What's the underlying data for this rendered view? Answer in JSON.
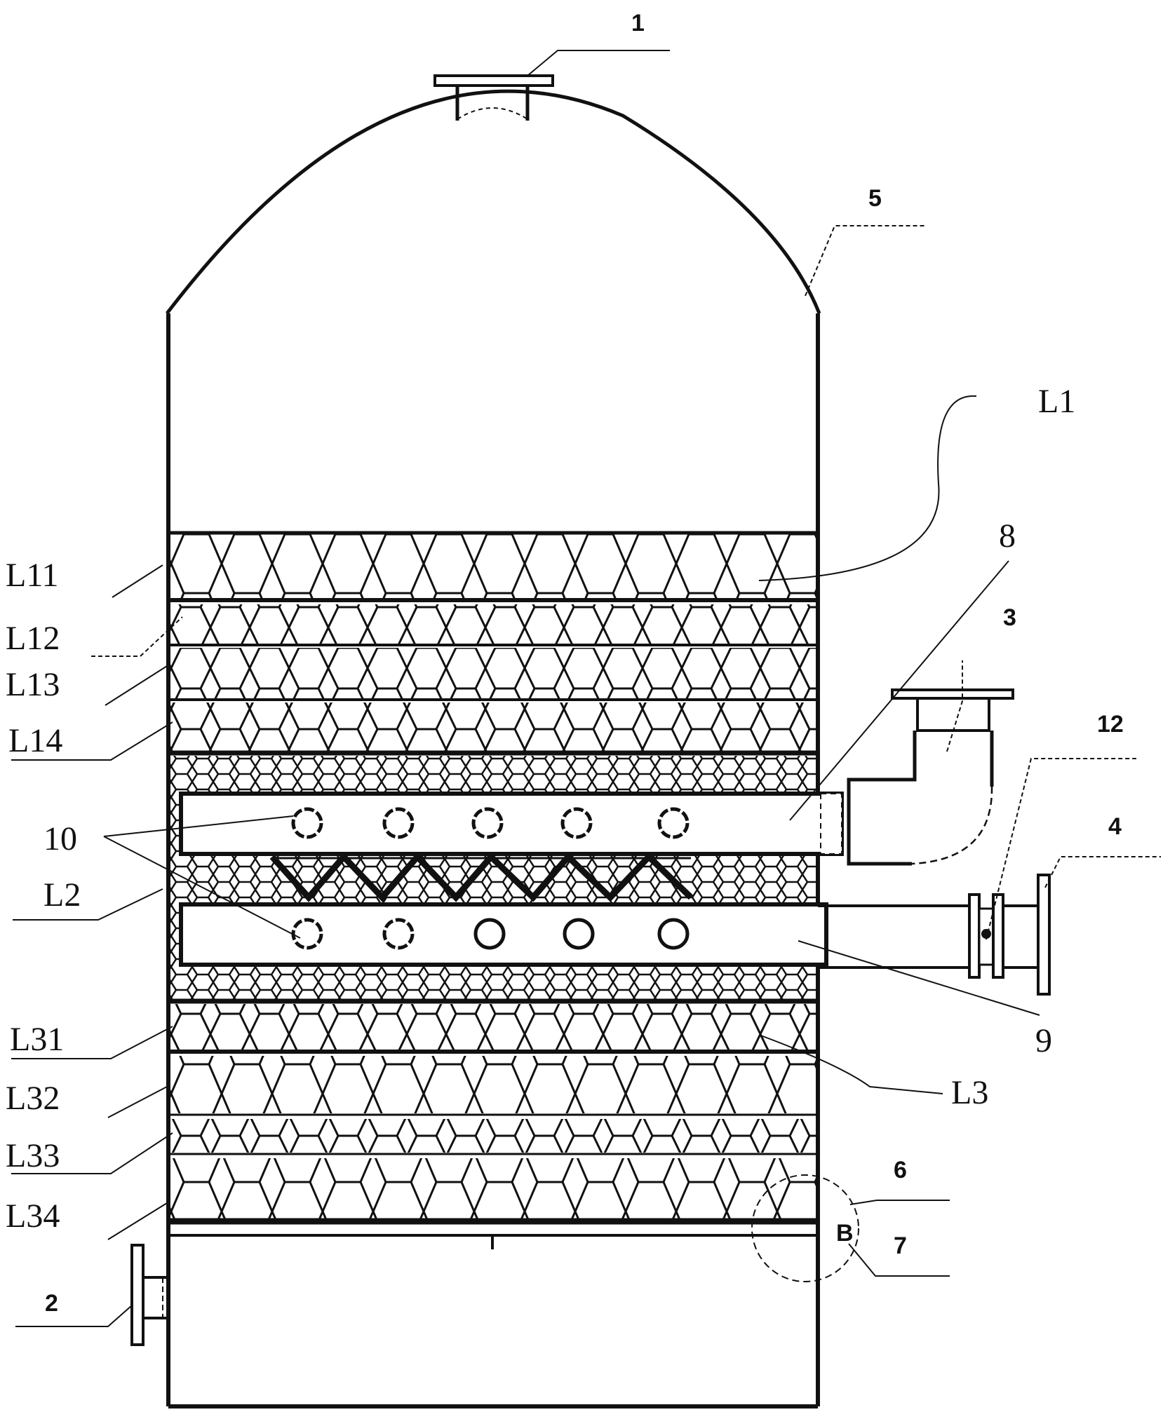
{
  "diagram": {
    "callouts": {
      "n1": "1",
      "n2": "2",
      "n3": "3",
      "n4": "4",
      "n5": "5",
      "n6": "6",
      "n7": "7",
      "n8": "8",
      "n9": "9",
      "n10": "10",
      "n12": "12",
      "b": "B"
    },
    "layers": {
      "L1": "L1",
      "L11": "L11",
      "L12": "L12",
      "L13": "L13",
      "L14": "L14",
      "L2": "L2",
      "L3": "L3",
      "L31": "L31",
      "L32": "L32",
      "L33": "L33",
      "L34": "L34"
    }
  }
}
